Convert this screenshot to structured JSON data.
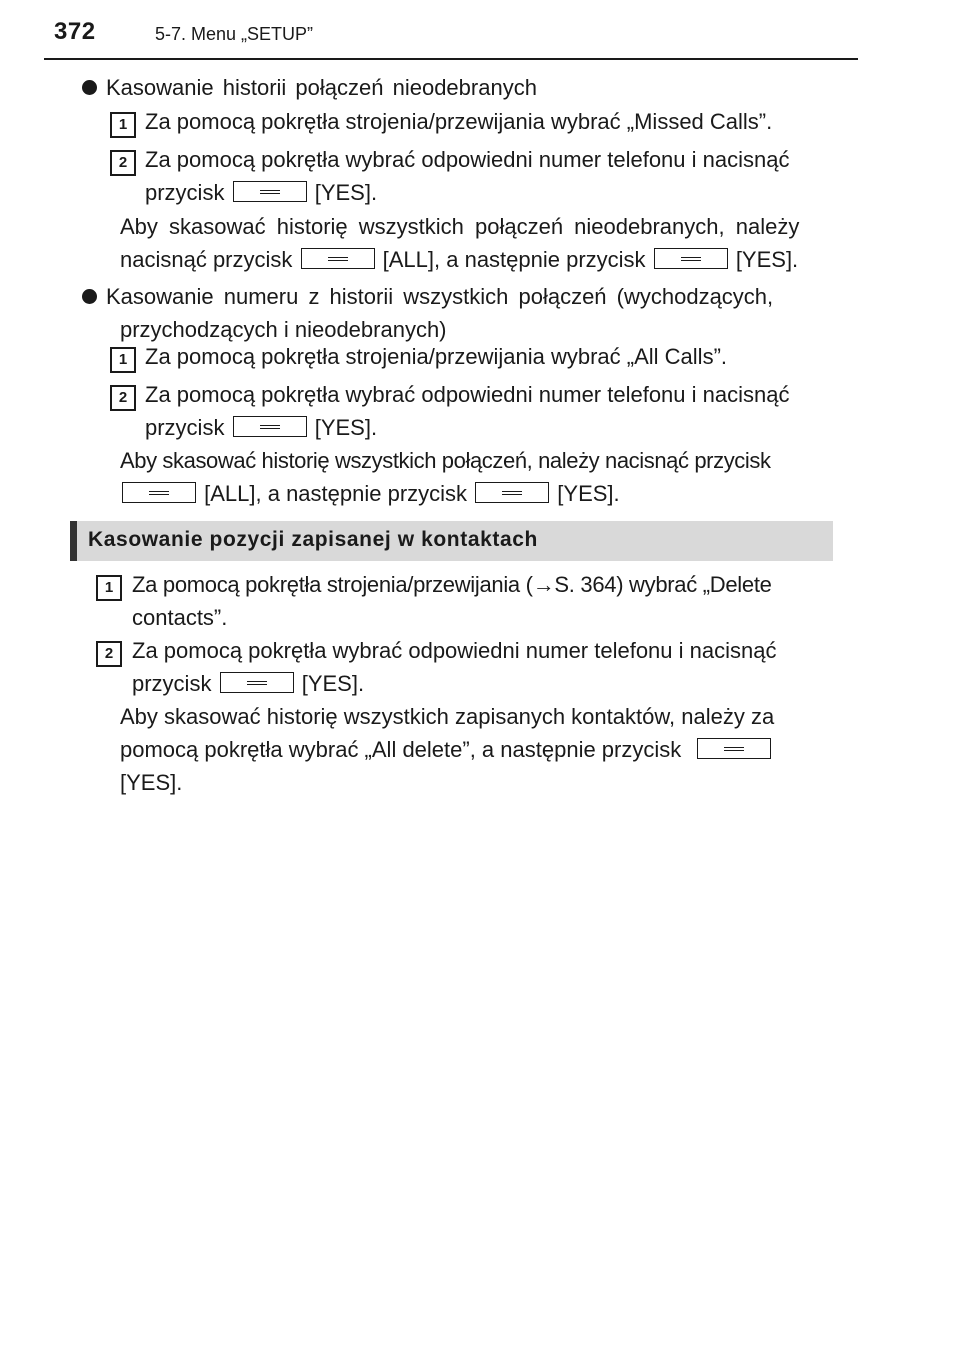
{
  "header": {
    "page_number": "372",
    "chapter": "5-7. Menu „SETUP”"
  },
  "sections": {
    "missed": {
      "title": "Kasowanie historii połączeń nieodebranych",
      "step1": "Za pomocą pokrętła strojenia/przewijania wybrać „Missed Calls”.",
      "step2_line1": "Za pomocą pokrętła wybrać odpowiedni numer telefonu i nacisnąć",
      "step2_pre": "przycisk",
      "step2_post": "[YES].",
      "note_line1": "Aby skasować historię wszystkich połączeń nieodebranych, należy",
      "note_pre": "nacisnąć przycisk",
      "note_mid": "[ALL], a następnie przycisk",
      "note_post": "[YES]."
    },
    "all": {
      "title_line1": "Kasowanie numeru z historii wszystkich połączeń (wychodzących,",
      "title_line2": "przychodzących i nieodebranych)",
      "step1": "Za pomocą pokrętła strojenia/przewijania wybrać „All Calls”.",
      "step2_line1": "Za pomocą pokrętła wybrać odpowiedni numer telefonu i nacisnąć",
      "step2_pre": "przycisk",
      "step2_post": "[YES].",
      "note_line1": "Aby skasować historię wszystkich połączeń, należy nacisnąć przycisk",
      "note_mid": "[ALL], a następnie przycisk",
      "note_post": "[YES]."
    },
    "contacts": {
      "heading": "Kasowanie pozycji zapisanej w kontaktach",
      "step1_line1": "Za pomocą pokrętła strojenia/przewijania (→S. 364) wybrać „Delete",
      "step1_line2": "contacts”.",
      "step2_line1": "Za pomocą pokrętła wybrać odpowiedni numer telefonu i nacisnąć",
      "step2_pre": "przycisk",
      "step2_post": "[YES].",
      "note_line1": "Aby skasować historię wszystkich zapisanych kontaktów, należy za",
      "note_line2": "pomocą pokrętła wybrać „All delete”, a następnie przycisk",
      "note_line3": "[YES]."
    }
  },
  "step_numbers": [
    "1",
    "2"
  ]
}
